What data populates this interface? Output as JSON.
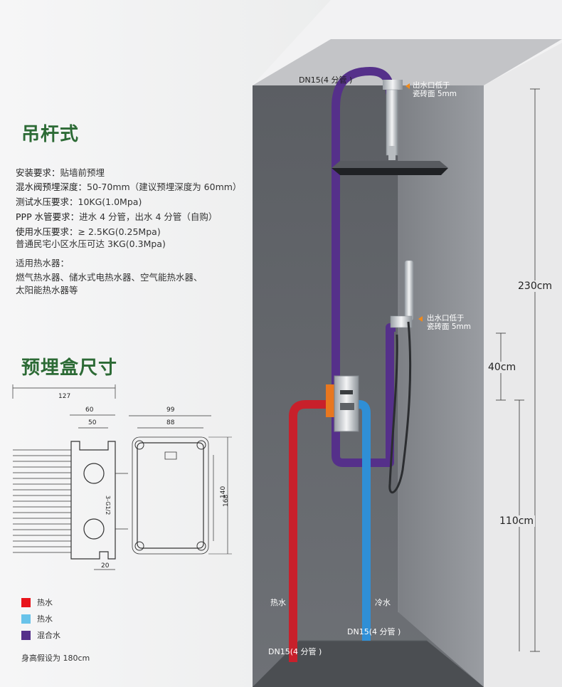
{
  "titles": {
    "hanging": "吊杆式",
    "box_size": "预埋盒尺寸"
  },
  "specs": [
    {
      "label": "安装要求：",
      "value": "贴墙前预埋"
    },
    {
      "label": "混水阀预埋深度：",
      "value": "50-70mm（建议预埋深度为 60mm）"
    },
    {
      "label": "测试水压要求：",
      "value": "10KG(1.0Mpa)"
    },
    {
      "label": "PPP 水管要求：",
      "value": "进水 4 分管，出水 4 分管（自购）"
    },
    {
      "label": "使用水压要求：",
      "value": "≥ 2.5KG(0.25Mpa)"
    },
    {
      "label": "",
      "value": "普通民宅小区水压可达 3KG(0.3Mpa)"
    }
  ],
  "heaters": {
    "label": "适用热水器：",
    "line1": "燃气热水器、储水式电热水器、空气能热水器、",
    "line2": "太阳能热水器等"
  },
  "box_dims": {
    "side": {
      "total": "127",
      "mid": "60",
      "inner": "50",
      "bottom": "20",
      "thread": "3-G1/2"
    },
    "front": {
      "width_outer": "99",
      "width_inner": "88",
      "height_inner": "140",
      "height_outer": "168"
    }
  },
  "legend": [
    {
      "color": "#e8141b",
      "label": "热水"
    },
    {
      "color": "#69c3ea",
      "label": "热水"
    },
    {
      "color": "#55308a",
      "label": "混合水"
    }
  ],
  "person_height": "身高假设为 180cm",
  "pipe_labels": {
    "top": "DN15(4 分管 )",
    "hot": "热水",
    "cold": "冷水",
    "bottom_left": "DN15(4 分管 )",
    "bottom_right": "DN15(4 分管 )"
  },
  "outlet_notes": {
    "shower_head": {
      "line1": "出水口低于",
      "line2": "瓷砖面 5mm"
    },
    "hand_shower": {
      "line1": "出水口低于",
      "line2": "瓷砖面 5mm"
    }
  },
  "heights": {
    "total": "230cm",
    "mid": "40cm",
    "low": "110cm"
  },
  "colors": {
    "hot": "#c8202b",
    "cold": "#2f8fd6",
    "mixed": "#55308a",
    "title_green": "#2c6a35",
    "note_orange": "#f08a1c"
  }
}
